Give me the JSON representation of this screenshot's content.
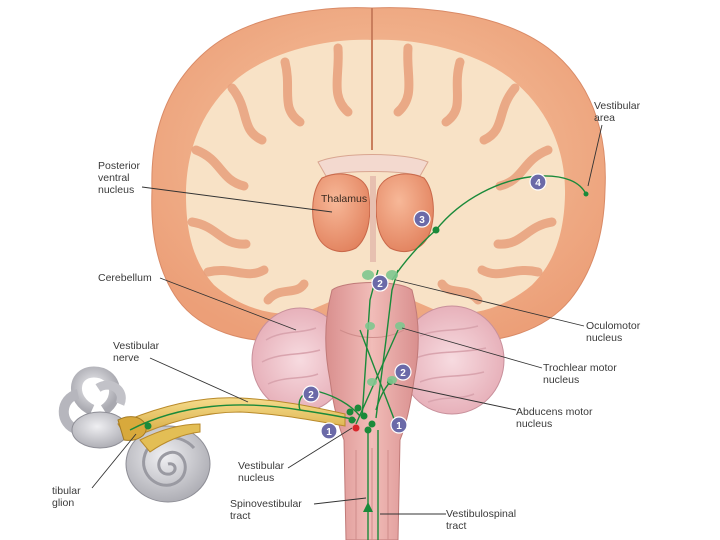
{
  "labels": {
    "vestibular_area": "Vestibular\narea",
    "posterior_ventral_nucleus": "Posterior\nventral\nnucleus",
    "thalamus": "Thalamus",
    "cerebellum": "Cerebellum",
    "oculomotor_nucleus": "Oculomotor\nnucleus",
    "trochlear_motor_nucleus": "Trochlear motor\nnucleus",
    "abducens_motor_nucleus": "Abducens motor\nnucleus",
    "vestibular_nerve": "Vestibular\nnerve",
    "vestibular_nucleus": "Vestibular\nnucleus",
    "spinovestibular_tract": "Spinovestibular\ntract",
    "vestibulospinal_tract": "Vestibulospinal\ntract",
    "vestibular_ganglion": "tibular\nglion"
  },
  "step_badges": [
    {
      "label": "1"
    },
    {
      "label": "1"
    },
    {
      "label": "2"
    },
    {
      "label": "2"
    },
    {
      "label": "2"
    },
    {
      "label": "3"
    },
    {
      "label": "4"
    }
  ],
  "colors": {
    "cortex": "#f2b48e",
    "white_matter": "#f7dfc3",
    "thalamus": "#ef9b79",
    "brainstem": "#e8a8a6",
    "cerebellum": "#f0c6cc",
    "nerve": "#e8c25a",
    "pathway": "#1a8a3a",
    "badge": "#6b6aa8",
    "inner_ear": "#c8c8cc"
  }
}
